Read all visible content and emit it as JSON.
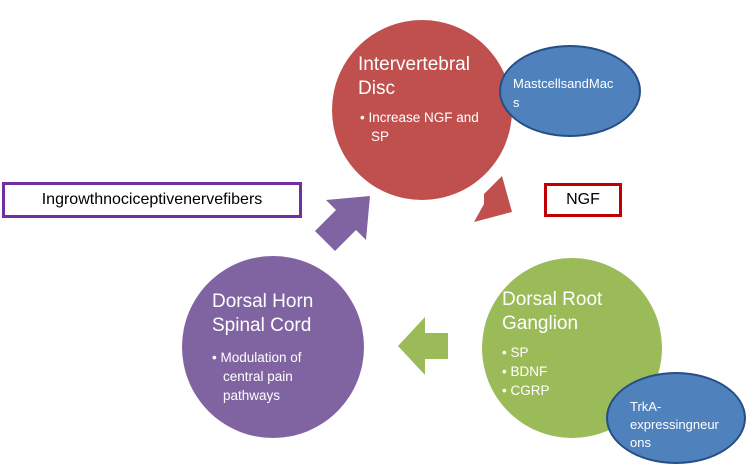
{
  "colors": {
    "disc": "#c0504d",
    "drg": "#9bbb59",
    "horn": "#8064a2",
    "bubble": "#4f81bd",
    "ngf_border": "#c00000",
    "ingrowth_border": "#7030a0"
  },
  "nodes": {
    "disc": {
      "title_line1": "Intervertebral",
      "title_line2": "Disc",
      "bullets": [
        "Increase NGF and",
        "SP"
      ]
    },
    "drg": {
      "title_line1": "Dorsal Root",
      "title_line2": "Ganglion",
      "bullets": [
        "SP",
        "BDNF",
        "CGRP"
      ]
    },
    "horn": {
      "title_line1": "Dorsal Horn",
      "title_line2": "Spinal Cord",
      "bullets": [
        "Modulation of",
        "central pain",
        "pathways"
      ]
    }
  },
  "bubbles": {
    "mast": {
      "line1": "MastcellsandMac",
      "line2": "s"
    },
    "trka": {
      "line1": "TrkA-",
      "line2": "expressingneur",
      "line3": "ons"
    }
  },
  "labels": {
    "ngf": "NGF",
    "ingrowth": "Ingrowthnociceptivenervefibers"
  }
}
